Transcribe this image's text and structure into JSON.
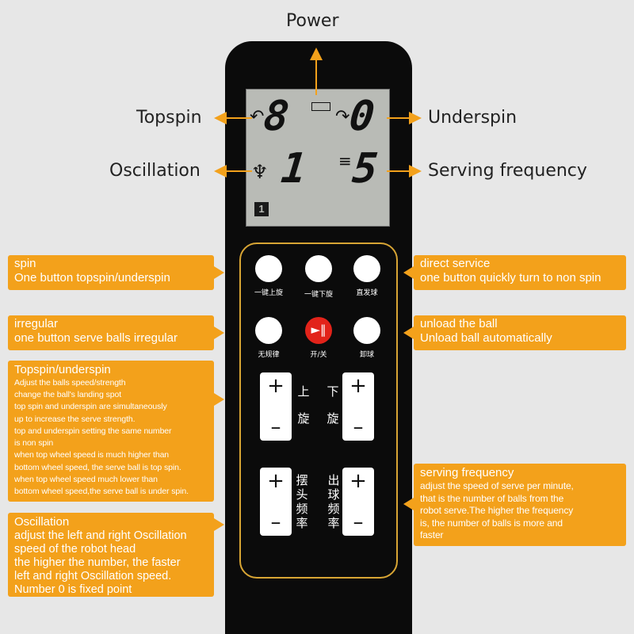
{
  "callouts": {
    "power": "Power",
    "topspin": "Topspin",
    "underspin": "Underspin",
    "oscillation": "Oscillation",
    "serving_frequency": "Serving frequency"
  },
  "lcd": {
    "topspin_value": "8",
    "underspin_value": "0",
    "oscillation_value": "1",
    "frequency_value": "5",
    "mode_indicator": "1"
  },
  "buttons": {
    "one_key_topspin": "一键上旋",
    "one_key_underspin": "一键下旋",
    "direct_serve": "直发球",
    "irregular": "无规律",
    "power": "开/关",
    "unload": "卸球"
  },
  "controls": {
    "plus": "+",
    "minus": "–",
    "top_spin": [
      "上",
      "旋"
    ],
    "under_spin": [
      "下",
      "旋"
    ],
    "swing_freq": [
      "摆",
      "头",
      "频",
      "率"
    ],
    "ball_freq": [
      "出",
      "球",
      "频",
      "率"
    ]
  },
  "left_boxes": {
    "spin": {
      "title": "spin",
      "line": "One button topspin/underspin"
    },
    "irregular": {
      "title": "irregular",
      "line": "one button serve balls irregular"
    },
    "topspin_underspin": {
      "title": "Topspin/underspin",
      "lines": [
        "Adjust the balls speed/strength",
        "change the ball's landing spot",
        "top spin and underspin are simultaneously",
        "up to increase the serve strength.",
        "top and underspin setting the same number",
        "is non spin",
        "when top wheel speed is much higher than",
        "bottom wheel speed, the serve ball is top spin.",
        "when top wheel speed much lower than",
        "bottom wheel speed,the serve ball is under spin."
      ]
    },
    "oscillation": {
      "title": "Oscillation",
      "lines": [
        "adjust the left and right Oscillation",
        "speed of the robot head",
        "the higher the number, the faster",
        "left and right Oscillation speed.",
        "Number 0 is fixed point"
      ]
    }
  },
  "right_boxes": {
    "direct_service": {
      "title": "direct service",
      "line": "one button quickly turn to non spin"
    },
    "unload": {
      "title": "unload the ball",
      "line": "Unload ball automatically"
    },
    "serving_frequency": {
      "title": "serving frequency",
      "lines": [
        "adjust the speed of serve per minute,",
        "that is the number of balls from the",
        "robot serve.The higher the frequency",
        "is, the number of balls is more and",
        "faster"
      ]
    }
  },
  "colors": {
    "orange": "#f3a11b",
    "remote": "#0b0b0b",
    "lcd": "#b9bbb6",
    "panel_outline": "#d8a534",
    "power_button": "#e2231a"
  }
}
